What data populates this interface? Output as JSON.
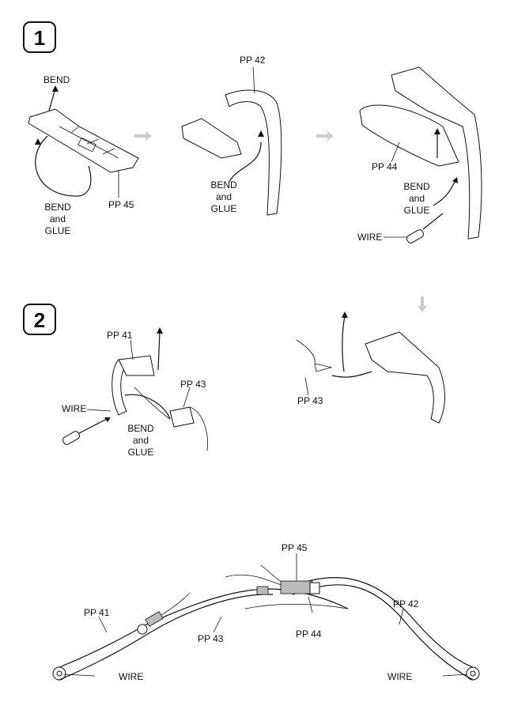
{
  "steps": {
    "one": "1",
    "two": "2"
  },
  "step1": {
    "bend": "BEND",
    "bend_glue_a": {
      "l1": "BEND",
      "l2": "and",
      "l3": "GLUE"
    },
    "pp45": "PP 45",
    "pp42": "PP 42",
    "bend_glue_b": {
      "l1": "BEND",
      "l2": "and",
      "l3": "GLUE"
    },
    "pp44": "PP 44",
    "bend_glue_c": {
      "l1": "BEND",
      "l2": "and",
      "l3": "GLUE"
    },
    "wire": "WIRE"
  },
  "step2": {
    "pp41": "PP 41",
    "pp43": "PP 43",
    "wire": "WIRE",
    "bend_glue": {
      "l1": "BEND",
      "l2": "and",
      "l3": "GLUE"
    },
    "pp43_b": "PP 43"
  },
  "assembly": {
    "pp45": "PP 45",
    "pp41": "PP 41",
    "pp43": "PP 43",
    "pp44": "PP 44",
    "pp42": "PP 42",
    "wire_left": "WIRE",
    "wire_right": "WIRE"
  }
}
